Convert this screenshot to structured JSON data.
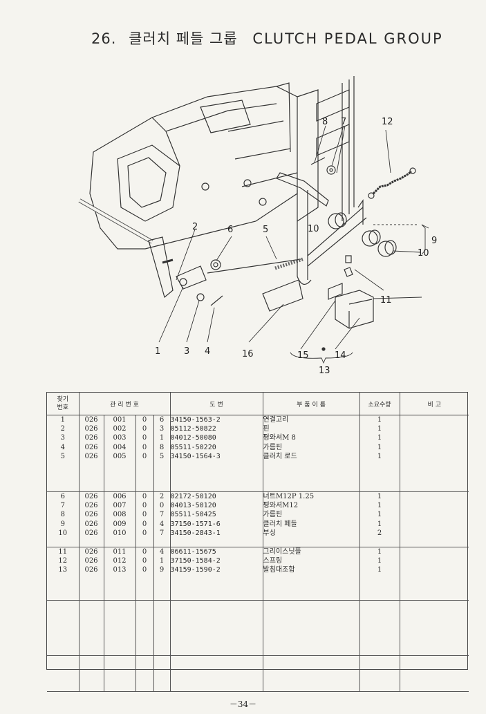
{
  "title": {
    "number": "26.",
    "korean": "클러치 페들 그룹",
    "english": "CLUTCH  PEDAL  GROUP"
  },
  "diagram": {
    "callouts": {
      "c1": "1",
      "c2": "2",
      "c3": "3",
      "c4": "4",
      "c5": "5",
      "c6": "6",
      "c7": "7",
      "c8": "8",
      "c9": "9",
      "c10a": "10",
      "c10b": "10",
      "c11": "11",
      "c12": "12",
      "c13": "13",
      "c14": "14",
      "c15": "15",
      "c16": "16"
    }
  },
  "table": {
    "headers": {
      "no": "찾기\n번호",
      "mgmt": "관 리 번 호",
      "dwg": "도          번",
      "name": "부 품 이 름",
      "qty": "소요수량",
      "remark": "비     고"
    },
    "groups": [
      {
        "rows": [
          {
            "no": "1",
            "m1": "026",
            "m2": "001",
            "m3": "0",
            "m4": "6",
            "dwg": "34150-1563-2",
            "name": "연결고리",
            "qty": "1"
          },
          {
            "no": "2",
            "m1": "026",
            "m2": "002",
            "m3": "0",
            "m4": "3",
            "dwg": "05112-50822",
            "name": "핀",
            "qty": "1"
          },
          {
            "no": "3",
            "m1": "026",
            "m2": "003",
            "m3": "0",
            "m4": "1",
            "dwg": "04012-50080",
            "name": "평와셔M 8",
            "qty": "1"
          },
          {
            "no": "4",
            "m1": "026",
            "m2": "004",
            "m3": "0",
            "m4": "8",
            "dwg": "05511-50220",
            "name": "가름핀",
            "qty": "1"
          },
          {
            "no": "5",
            "m1": "026",
            "m2": "005",
            "m3": "0",
            "m4": "5",
            "dwg": "34150-1564-3",
            "name": "클러치 로드",
            "qty": "1"
          }
        ]
      },
      {
        "rows": [
          {
            "no": "6",
            "m1": "026",
            "m2": "006",
            "m3": "0",
            "m4": "2",
            "dwg": "02172-50120",
            "name": "너트M12P 1.25",
            "qty": "1"
          },
          {
            "no": "7",
            "m1": "026",
            "m2": "007",
            "m3": "0",
            "m4": "0",
            "dwg": "04013-50120",
            "name": "평와셔M12",
            "qty": "1"
          },
          {
            "no": "8",
            "m1": "026",
            "m2": "008",
            "m3": "0",
            "m4": "7",
            "dwg": "05511-50425",
            "name": "가름핀",
            "qty": "1"
          },
          {
            "no": "9",
            "m1": "026",
            "m2": "009",
            "m3": "0",
            "m4": "4",
            "dwg": "37150-1571-6",
            "name": "클러치 페들",
            "qty": "1"
          },
          {
            "no": "10",
            "m1": "026",
            "m2": "010",
            "m3": "0",
            "m4": "7",
            "dwg": "34150-2843-1",
            "name": "부싱",
            "qty": "2"
          }
        ]
      },
      {
        "rows": [
          {
            "no": "11",
            "m1": "026",
            "m2": "011",
            "m3": "0",
            "m4": "4",
            "dwg": "06611-15675",
            "name": "그리이스닛플",
            "qty": "1"
          },
          {
            "no": "12",
            "m1": "026",
            "m2": "012",
            "m3": "0",
            "m4": "1",
            "dwg": "37150-1584-2",
            "name": "스프링",
            "qty": "1"
          },
          {
            "no": "13",
            "m1": "026",
            "m2": "013",
            "m3": "0",
            "m4": "9",
            "dwg": "34159-1590-2",
            "name": "발침대조합",
            "qty": "1"
          }
        ]
      }
    ]
  },
  "footer": {
    "page": "－34－"
  }
}
